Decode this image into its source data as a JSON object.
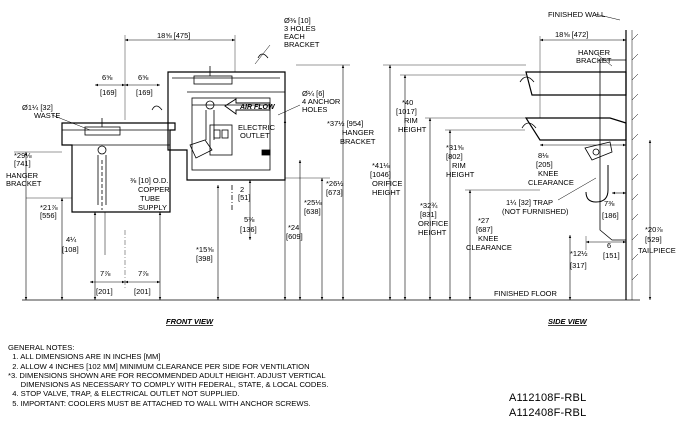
{
  "front_view": {
    "title": "FRONT VIEW",
    "labels": {
      "width_total": "18⅝ [475]",
      "anchor_holes_top": "Ø⅜ [10]",
      "anchor_holes_top_2": "3 HOLES",
      "anchor_holes_top_3": "EACH",
      "anchor_holes_top_4": "BRACKET",
      "left_half": "6⅝",
      "left_half_mm": "[169]",
      "right_half": "6⅝",
      "right_half_mm": "[169]",
      "waste": "Ø1¼ [32]",
      "waste_2": "WASTE",
      "anchor_holes": "Ø¼ [6]",
      "anchor_holes_2": "4 ANCHOR",
      "anchor_holes_3": "HOLES",
      "airflow": "AIR FLOW",
      "electric": "ELECTRIC",
      "electric_2": "OUTLET",
      "hanger_left": "*29⅛",
      "hanger_left_mm": "[741]",
      "hanger_left_2": "HANGER",
      "hanger_left_3": "BRACKET",
      "d21": "*21⅞",
      "d21_mm": "[556]",
      "copper": "⅜ [10] O.D.",
      "copper_2": "COPPER",
      "copper_3": "TUBE",
      "copper_4": "SUPPLY",
      "d2": "2",
      "d2_mm": "[51]",
      "d538": "5⅜",
      "d538_mm": "[136]",
      "d414": "4¼",
      "d414_mm": "[108]",
      "d1558": "*15⅝",
      "d1558_mm": "[398]",
      "d24": "*24",
      "d24_mm": "[609]",
      "d2518": "*25⅛",
      "d2518_mm": "[638]",
      "d2612": "*26½",
      "d2612_mm": "[673]",
      "d3712": "*37½ [954]",
      "d3712_2": "HANGER",
      "d3712_3": "BRACKET",
      "d778a": "7⅞",
      "d778a_mm": "[201]",
      "d778b": "7⅞",
      "d778b_mm": "[201]"
    }
  },
  "side_view": {
    "title": "SIDE VIEW",
    "labels": {
      "finished_wall": "FINISHED WALL",
      "width": "18⅝ [472]",
      "hanger": "HANGER",
      "hanger_2": "BRACKET",
      "d40": "*40",
      "d40_mm": "[1017]",
      "d40_2": "RIM",
      "d40_3": "HEIGHT",
      "d4118": "*41⅛",
      "d4118_mm": "[1046]",
      "d4118_2": "ORIFICE",
      "d4118_3": "HEIGHT",
      "d3158": "*31⅝",
      "d3158_mm": "[802]",
      "d3158_2": "RIM",
      "d3158_3": "HEIGHT",
      "d818": "8⅛",
      "d818_mm": "[205]",
      "d818_2": "KNEE",
      "d818_3": "CLEARANCE",
      "d3234": "*32¾",
      "d3234_mm": "[831]",
      "d3234_2": "ORIFICE",
      "d3234_3": "HEIGHT",
      "trap": "1¼ [32] TRAP",
      "trap_2": "(NOT FURNISHED)",
      "d27": "*27",
      "d27_mm": "[687]",
      "d27_2": "KNEE",
      "d27_3": "CLEARANCE",
      "d738": "7⅜",
      "d738_mm": "[186]",
      "d2078": "*20⅞",
      "d2078_mm": "[529]",
      "d2078_2": "TAILPIECE",
      "d1212": "*12½",
      "d1212_mm": "[317]",
      "d6": "6",
      "d6_mm": "[151]",
      "floor": "FINISHED FLOOR"
    }
  },
  "notes": {
    "heading": "GENERAL NOTES:",
    "items": [
      "  1. ALL DIMENSIONS ARE IN INCHES [MM]",
      "  2. ALLOW 4 INCHES [102 MM] MINIMUM CLEARANCE PER SIDE FOR VENTILATION",
      "*3. DIMENSIONS SHOWN ARE FOR RECOMMENDED ADULT HEIGHT. ADJUST VERTICAL",
      "      DIMENSIONS AS NECESSARY TO COMPLY WITH FEDERAL, STATE, & LOCAL CODES.",
      "  4. STOP VALVE, TRAP, & ELECTRICAL OUTLET NOT SUPPLIED.",
      "  5. IMPORTANT: COOLERS MUST BE ATTACHED TO WALL WITH ANCHOR SCREWS."
    ]
  },
  "models": [
    "A112108F-RBL",
    "A112408F-RBL"
  ]
}
